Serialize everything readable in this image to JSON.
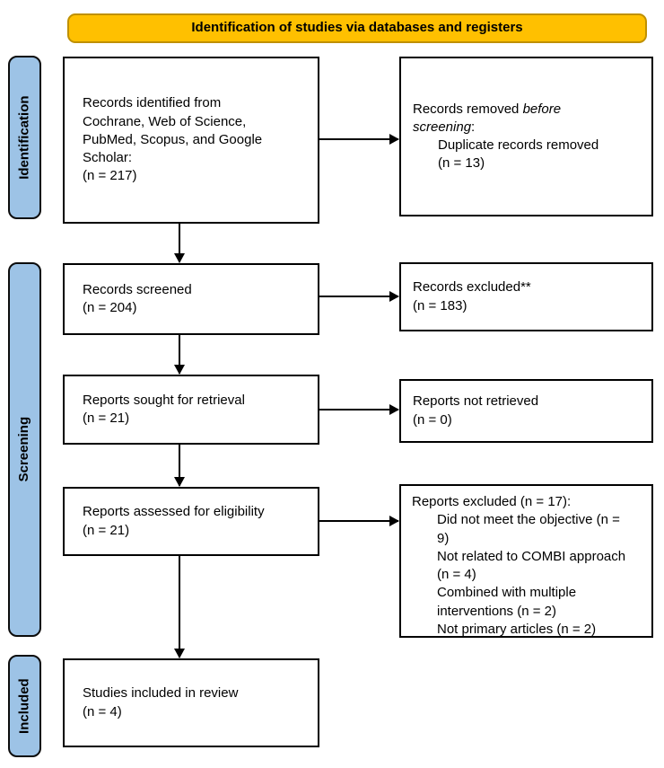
{
  "header": {
    "title": "Identification of studies via databases and registers"
  },
  "stage_labels": {
    "identification": "Identification",
    "screening": "Screening",
    "included": "Included"
  },
  "boxes": {
    "records_identified": {
      "text": "Records identified from Cochrane, Web of Science, PubMed, Scopus, and Google Scholar:",
      "count": "(n = 217)"
    },
    "records_removed": {
      "text_pre": "Records removed ",
      "text_italic": "before screening",
      "text_post": ":",
      "sub_item": "Duplicate records removed (n = 13)"
    },
    "records_screened": {
      "text": "Records screened",
      "count": "(n = 204)"
    },
    "records_excluded": {
      "text": "Records excluded**",
      "count": "(n = 183)"
    },
    "reports_sought": {
      "text": "Reports sought for retrieval",
      "count": "(n = 21)"
    },
    "reports_not_retrieved": {
      "text": "Reports not retrieved",
      "count": "(n = 0)"
    },
    "reports_assessed": {
      "text": "Reports assessed for eligibility",
      "count": "(n = 21)"
    },
    "reports_excluded": {
      "text": "Reports excluded (n = 17):",
      "sub_items": [
        "Did not meet the objective (n = 9)",
        "Not related to COMBI approach (n = 4)",
        "Combined with multiple interventions (n = 2)",
        "Not primary articles (n = 2)"
      ]
    },
    "studies_included": {
      "text": "Studies included in review",
      "count": "(n = 4)"
    }
  },
  "colors": {
    "header_bg": "#FFC000",
    "header_border": "#BF9000",
    "stage_bg": "#9DC3E6",
    "box_border": "#000000",
    "text": "#000000"
  }
}
